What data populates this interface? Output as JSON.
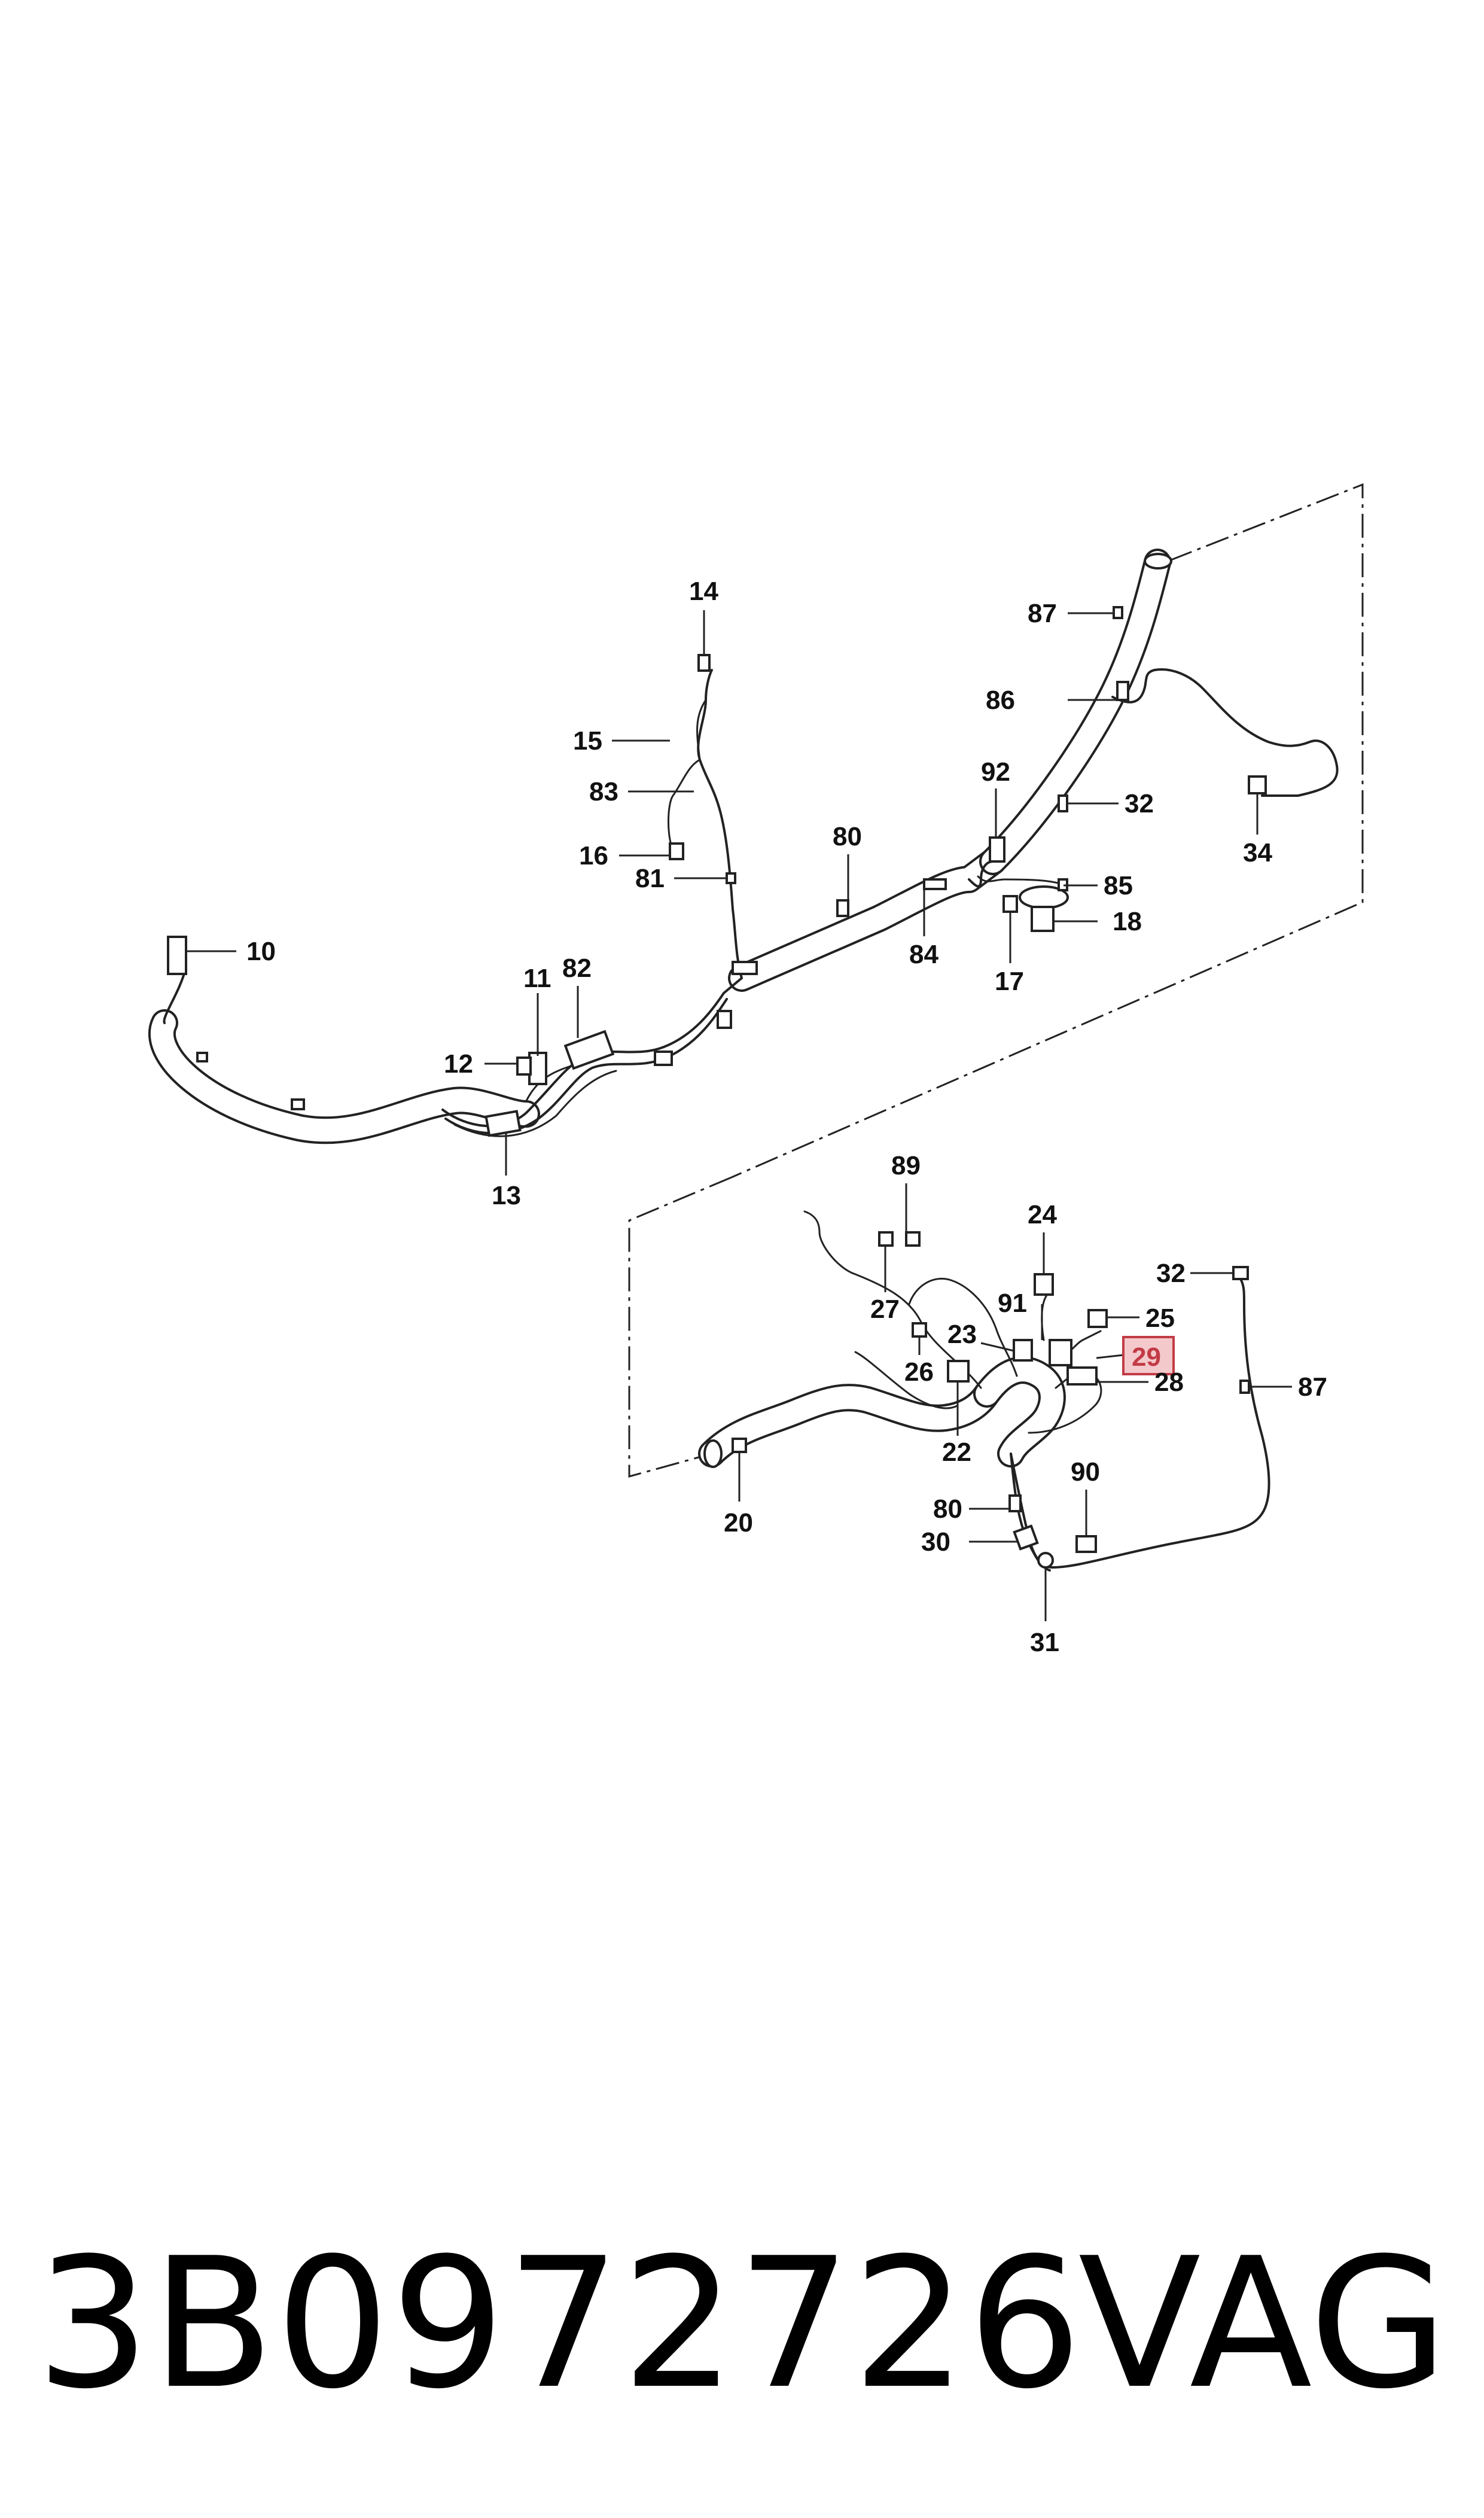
{
  "callouts": {
    "c10": "10",
    "c11": "11",
    "c12": "12",
    "c13": "13",
    "c14": "14",
    "c15": "15",
    "c16": "16",
    "c17": "17",
    "c18": "18",
    "c81": "81",
    "c82": "82",
    "c83": "83",
    "c80a": "80",
    "c84": "84",
    "c85": "85",
    "c92": "92",
    "c32a": "32",
    "c34": "34",
    "c86": "86",
    "c87a": "87",
    "c89": "89",
    "c24": "24",
    "c27": "27",
    "c91": "91",
    "c23": "23",
    "c26": "26",
    "c25": "25",
    "c29": "29",
    "c28": "28",
    "c22": "22",
    "c20": "20",
    "c32b": "32",
    "c87b": "87",
    "c90": "90",
    "c80b": "80",
    "c30": "30",
    "c31": "31"
  },
  "highlight": {
    "part": "29",
    "color": "#f4c9cc",
    "border": "#c23b45"
  },
  "footer": {
    "part_number": "3B0972726",
    "brand": "VAG"
  }
}
